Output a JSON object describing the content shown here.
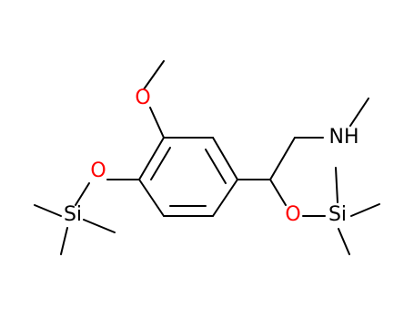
{
  "molecule": {
    "atoms": {
      "o_methoxy": {
        "label": "O",
        "color": "#ff0000"
      },
      "o_tms_ring": {
        "label": "O",
        "color": "#ff0000"
      },
      "o_tms_side": {
        "label": "O",
        "color": "#ff0000"
      },
      "si_ring": {
        "label": "Si",
        "color": "#000000"
      },
      "si_side": {
        "label": "Si",
        "color": "#000000"
      },
      "amine": {
        "label": "NH",
        "color": "#000000"
      }
    }
  }
}
